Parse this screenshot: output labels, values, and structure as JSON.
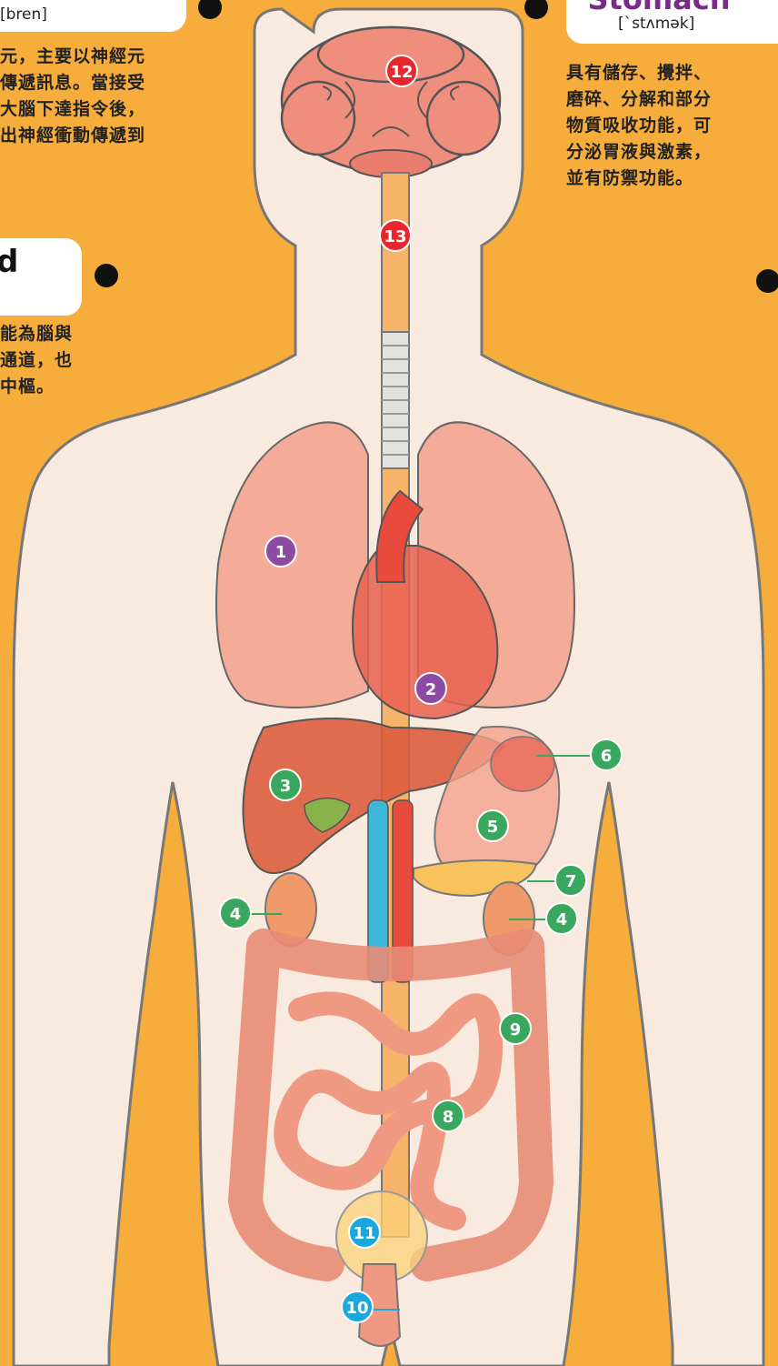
{
  "brain_card": {
    "ipa": "[bren]",
    "lines": [
      "元，主要以神經元",
      "傳遞訊息。當接受",
      "大腦下達指令後，",
      "出神經衝動傳遞到"
    ]
  },
  "spinal_card": {
    "title_fragment": "d",
    "lines": [
      "能為腦與",
      "通道，也",
      "中樞。"
    ]
  },
  "stomach_card": {
    "title": "Stomach",
    "ipa": "[`stʌmək]",
    "lines": [
      "具有儲存、攪拌、",
      "磨碎、分解和部分",
      "物質吸收功能，可",
      "分泌胃液與激素，",
      "並有防禦功能。"
    ]
  },
  "markers": [
    "1",
    "2",
    "3",
    "4",
    "5",
    "6",
    "7",
    "4",
    "8",
    "9",
    "11",
    "10",
    "12",
    "13"
  ],
  "colors": {
    "background": "#f7ad3c",
    "body": "#f8eadf",
    "outline": "#777777",
    "purple": "#8c4aa0",
    "green": "#39a85e",
    "red": "#e8262d",
    "cyan": "#1aa8dc"
  }
}
